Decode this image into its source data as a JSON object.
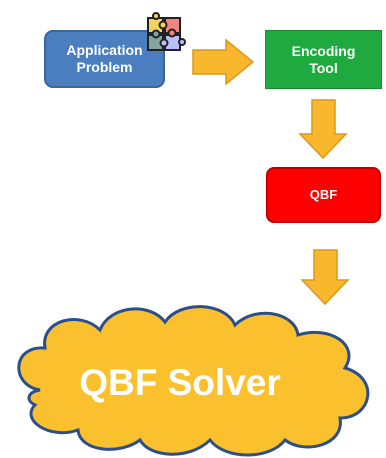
{
  "nodes": {
    "application": {
      "line1": "Application",
      "line2": "Problem",
      "color": "#4a7ebf"
    },
    "encoding": {
      "line1": "Encoding",
      "line2": "Tool",
      "color": "#1faa3f"
    },
    "qbf": {
      "label": "QBF",
      "color": "#ff0000"
    },
    "solver": {
      "label": "QBF Solver",
      "color": "#fbc02d"
    }
  },
  "arrow_color": "#f9b72d",
  "icons": [
    "puzzle-icon"
  ]
}
